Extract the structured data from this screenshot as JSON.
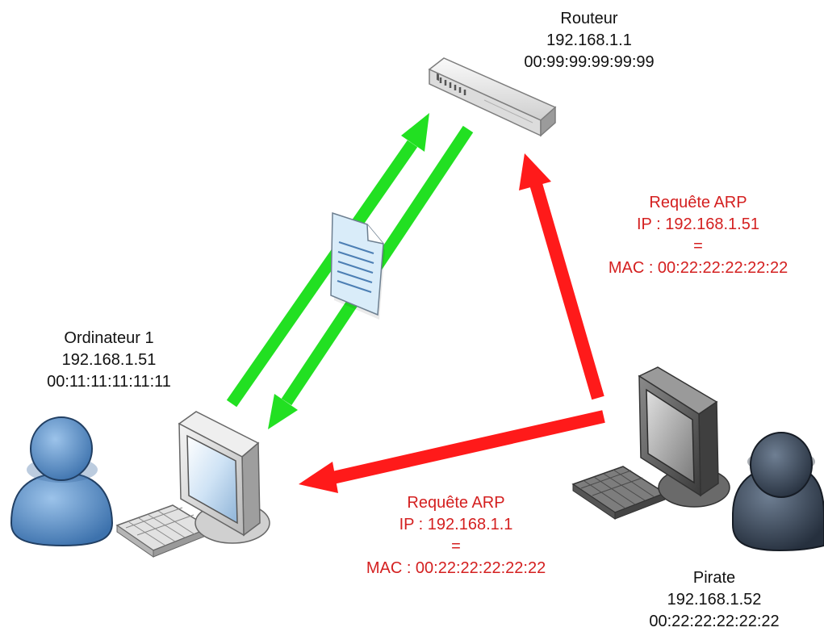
{
  "colors": {
    "legit_flow": "#22e022",
    "spoof_flow": "#ff1a1a",
    "label_text": "#111111",
    "arp_text": "#d42020"
  },
  "nodes": {
    "router": {
      "icon": "router-icon",
      "name": "Routeur",
      "ip": "192.168.1.1",
      "mac": "00:99:99:99:99:99"
    },
    "computer1": {
      "icon": "desktop-computer-icon",
      "name": "Ordinateur 1",
      "ip": "192.168.1.51",
      "mac": "00:11:11:11:11:11"
    },
    "pirate": {
      "icon": "desktop-computer-icon",
      "name": "Pirate",
      "ip": "192.168.1.52",
      "mac": "00:22:22:22:22:22"
    }
  },
  "arp_to_router": {
    "title": "Requête ARP",
    "ip_line": "IP : 192.168.1.51",
    "equals": "=",
    "mac_line": "MAC : 00:22:22:22:22:22"
  },
  "arp_to_computer": {
    "title": "Requête ARP",
    "ip_line": "IP : 192.168.1.1",
    "equals": "=",
    "mac_line": "MAC : 00:22:22:22:22:22"
  },
  "traffic": {
    "icon": "document-icon"
  }
}
